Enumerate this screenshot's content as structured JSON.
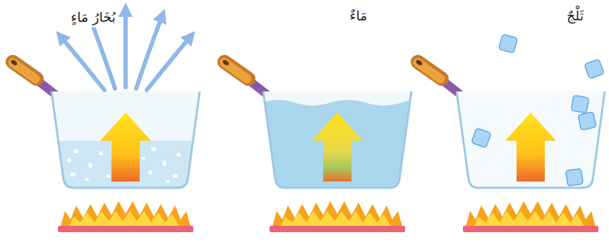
{
  "diagram": {
    "labels": [
      "ثَلْجٌ",
      "مَاءٌ",
      "بُخَارُ مَاءٍ"
    ]
  }
}
